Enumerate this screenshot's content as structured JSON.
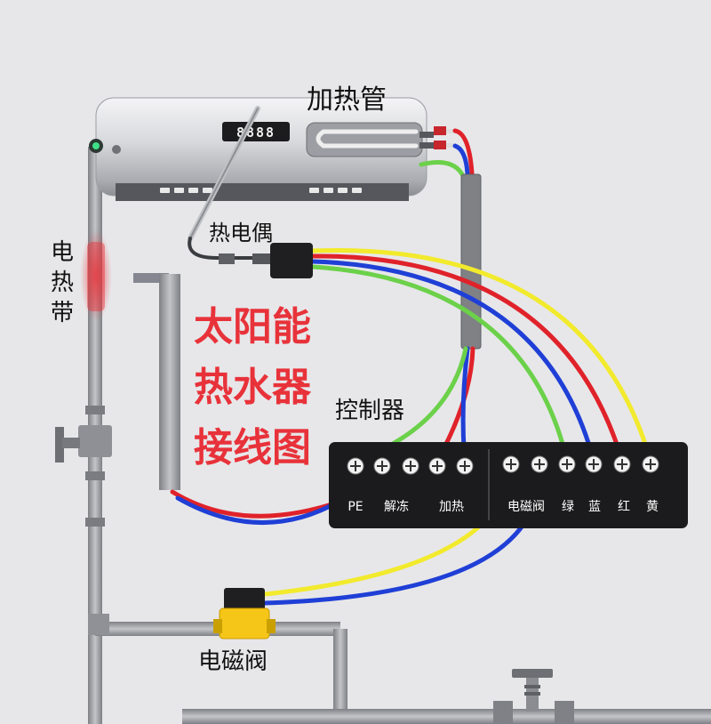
{
  "title_lines": [
    "太阳能",
    "热水器",
    "接线图"
  ],
  "labels": {
    "heating_tube": "加热管",
    "thermocouple": "热电偶",
    "heat_tape_chars": [
      "电",
      "热",
      "带"
    ],
    "controller": "控制器",
    "solenoid_valve": "电磁阀"
  },
  "display_digits": "8888",
  "terminal_labels": {
    "pe": "PE",
    "defrost": "解冻",
    "heating": "加热",
    "solenoid": "电磁阀",
    "green": "绿",
    "blue": "蓝",
    "red": "红",
    "yellow": "黄"
  },
  "colors": {
    "background": "#e7e7e9",
    "title": "#e8323a",
    "panel": "#1b1b1d",
    "pipe": "#9c9ea3",
    "wire_red": "#e0222a",
    "wire_blue": "#1f3fd6",
    "wire_green": "#6cd14a",
    "wire_yellow": "#f2ea2c",
    "valve_body": "#f5c518"
  }
}
